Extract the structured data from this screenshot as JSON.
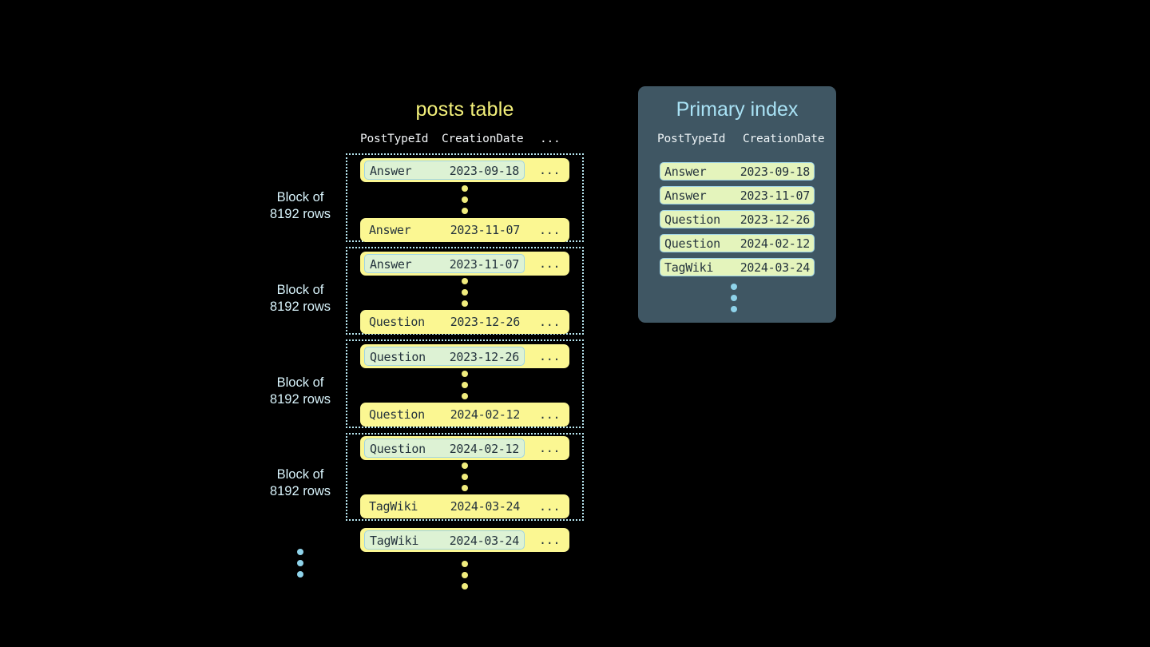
{
  "posts_table": {
    "title": "posts table",
    "columns": [
      "PostTypeId",
      "CreationDate",
      "..."
    ],
    "ellipsis_cell": "...",
    "blocks": [
      {
        "label_line1": "Block of",
        "label_line2": "8192 rows",
        "first_row": {
          "type": "Answer",
          "date": "2023-09-18",
          "highlighted": true
        },
        "last_row": {
          "type": "Answer",
          "date": "2023-11-07",
          "highlighted": false
        }
      },
      {
        "label_line1": "Block of",
        "label_line2": "8192 rows",
        "first_row": {
          "type": "Answer",
          "date": "2023-11-07",
          "highlighted": true
        },
        "last_row": {
          "type": "Question",
          "date": "2023-12-26",
          "highlighted": false
        }
      },
      {
        "label_line1": "Block of",
        "label_line2": "8192 rows",
        "first_row": {
          "type": "Question",
          "date": "2023-12-26",
          "highlighted": true
        },
        "last_row": {
          "type": "Question",
          "date": "2024-02-12",
          "highlighted": false
        }
      },
      {
        "label_line1": "Block of",
        "label_line2": "8192 rows",
        "first_row": {
          "type": "Question",
          "date": "2024-02-12",
          "highlighted": true
        },
        "last_row": {
          "type": "TagWiki",
          "date": "2024-03-24",
          "highlighted": false
        }
      }
    ],
    "trailing_row": {
      "type": "TagWiki",
      "date": "2024-03-24",
      "highlighted": true
    }
  },
  "primary_index": {
    "title": "Primary index",
    "columns": [
      "PostTypeId",
      "CreationDate"
    ],
    "rows": [
      {
        "type": "Answer",
        "date": "2023-09-18"
      },
      {
        "type": "Answer",
        "date": "2023-11-07"
      },
      {
        "type": "Question",
        "date": "2023-12-26"
      },
      {
        "type": "Question",
        "date": "2024-02-12"
      },
      {
        "type": "TagWiki",
        "date": "2024-03-24"
      }
    ]
  },
  "colors": {
    "background": "#000000",
    "row_yellow": "#fbf792",
    "highlight_mint": "#ddf2d4",
    "highlight_border": "#9fd4e6",
    "block_border": "#b9e8f2",
    "title_yellow": "#f3f07a",
    "panel_slate": "#3f5663",
    "panel_title_blue": "#a9e2f5",
    "index_chip": "#e4f4bc",
    "dot_yellow": "#f0ec7d",
    "dot_blue": "#8fd3ea"
  }
}
